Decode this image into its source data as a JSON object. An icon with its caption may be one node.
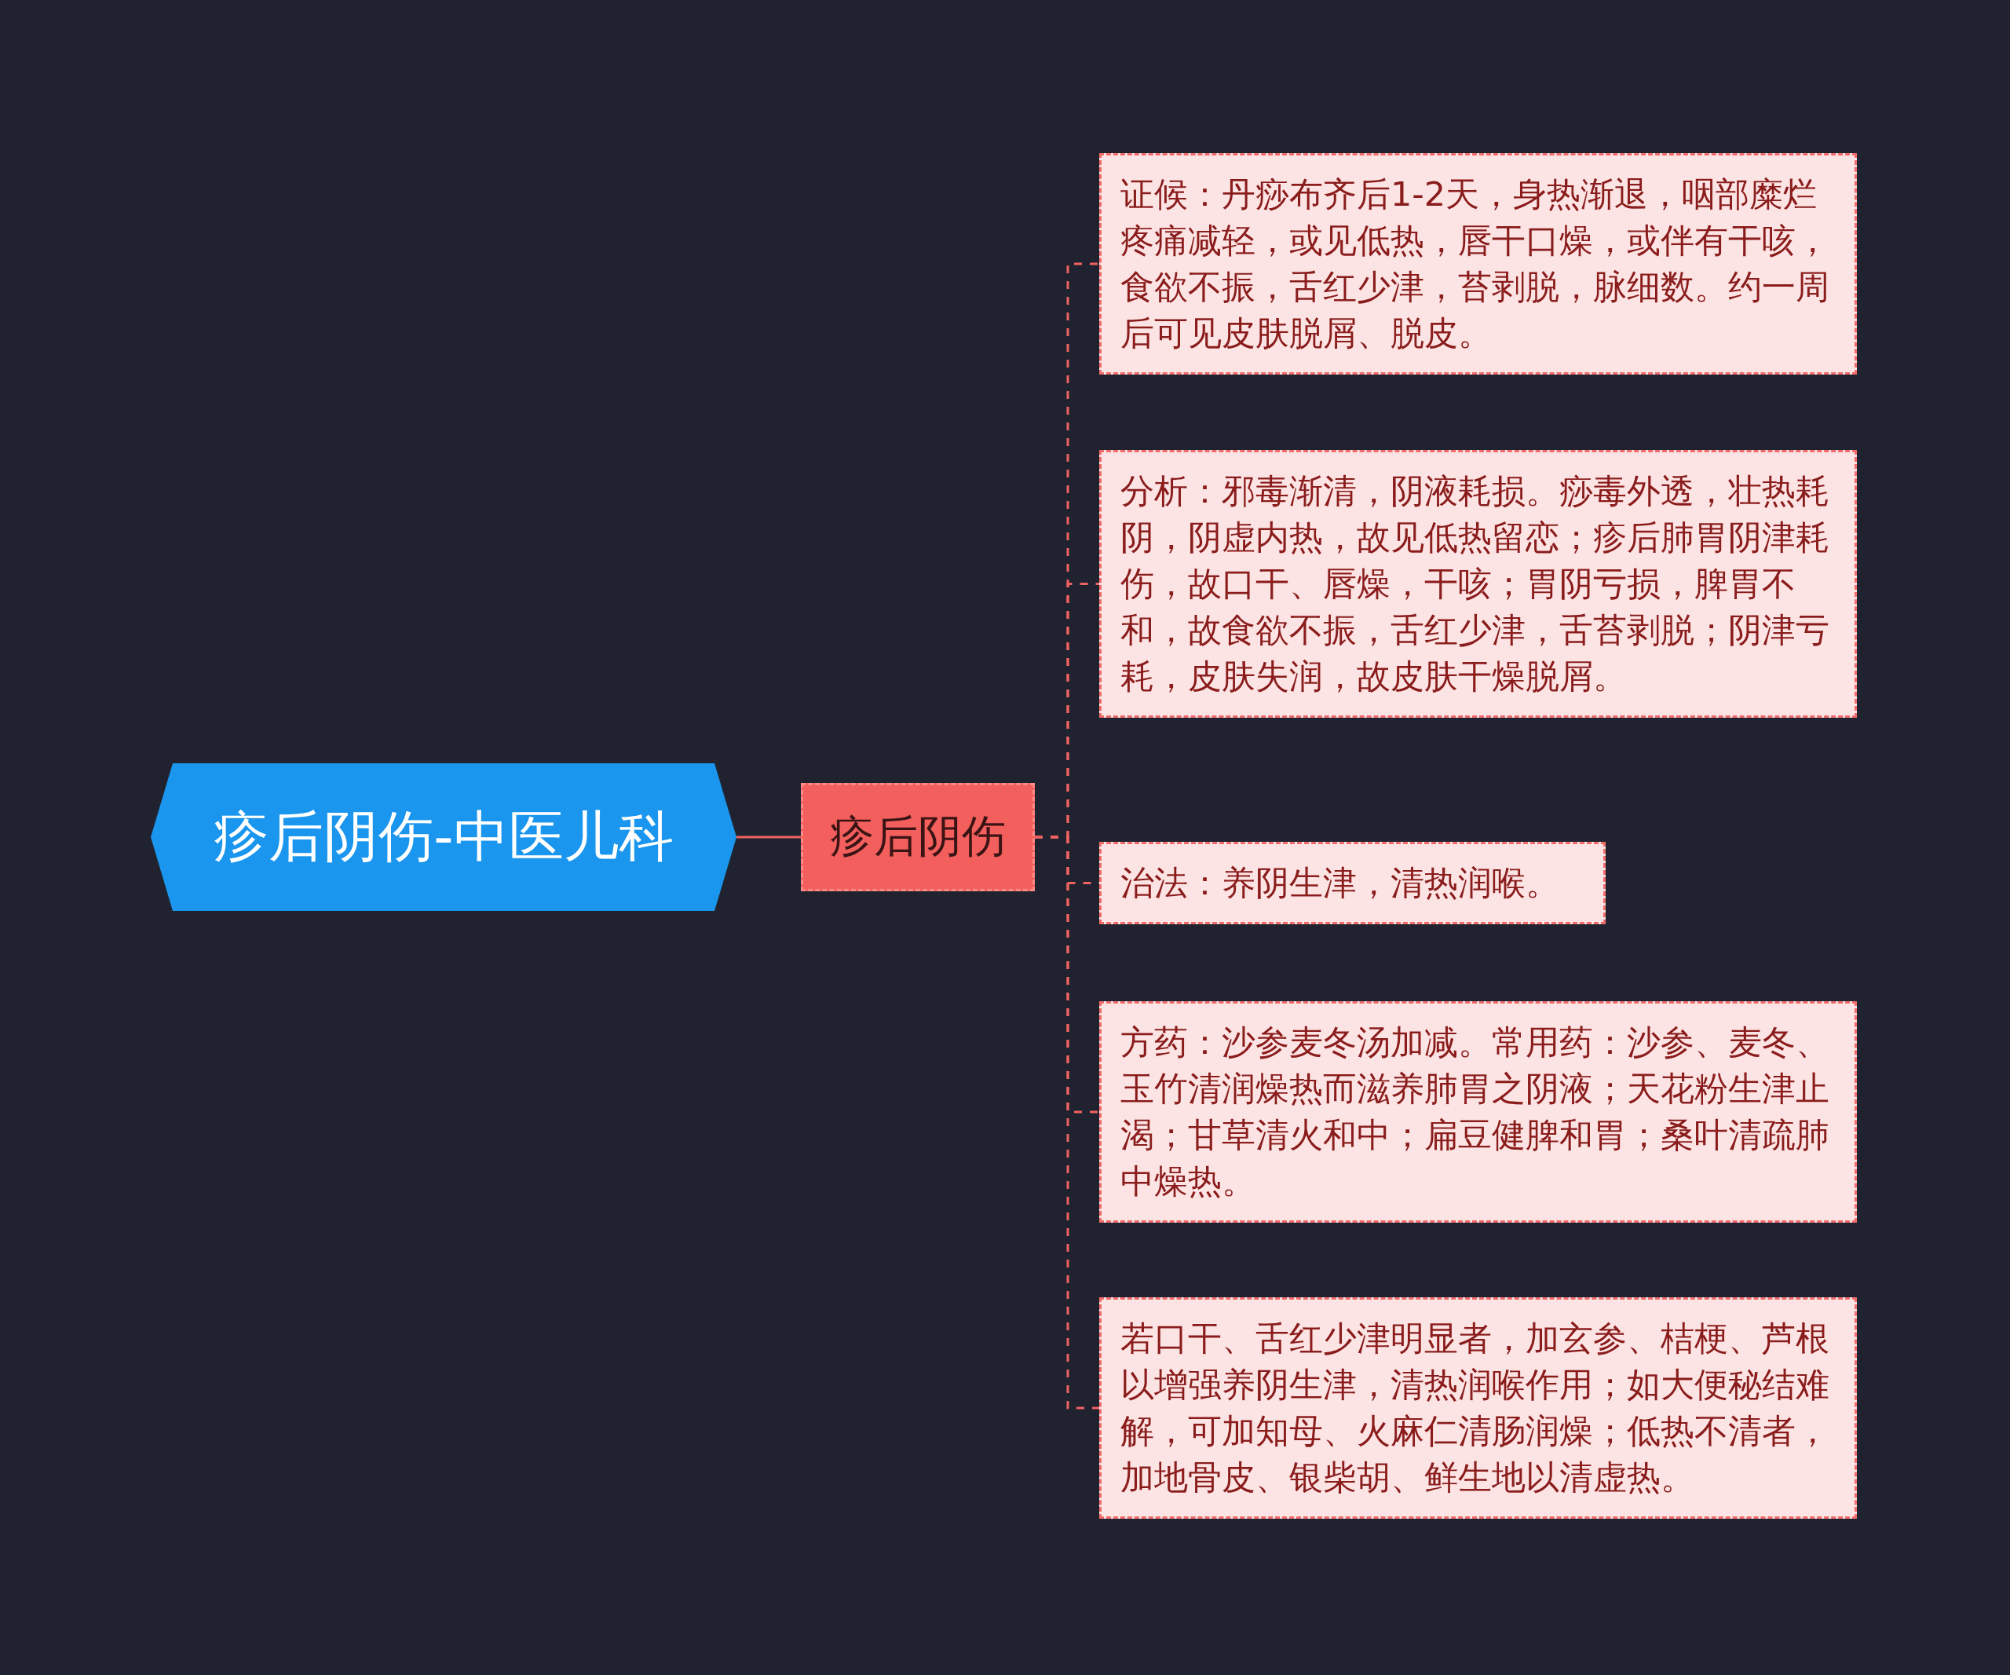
{
  "diagram": {
    "nodes": [
      {
        "text": [
          "疹后阴伤-中医儿科"
        ]
      },
      {
        "text": [
          "疹后阴伤"
        ]
      },
      {
        "text": [
          "证候：丹痧布齐后1-2天，身热渐退，咽部糜烂疼痛减轻，或见低热，唇干口燥，或伴有干咳，食欲不振，舌红少津，苔剥脱，脉细数。约一周后可见皮肤脱屑、脱皮。"
        ]
      },
      {
        "text": [
          "分析：邪毒渐清，阴液耗损。痧毒外透，壮热耗阴，阴虚内热，故见低热留恋；疹后肺胃阴津耗伤，故口干、唇燥，干咳；胃阴亏损，脾胃不和，故食欲不振，舌红少津，舌苔剥脱；阴津亏耗，皮肤失润，故皮肤干燥脱屑。"
        ]
      },
      {
        "text": [
          "治法：养阴生津，清热润喉。"
        ]
      },
      {
        "text": [
          "方药：沙参麦冬汤加减。常用药：沙参、麦冬、玉竹清润燥热而滋养肺胃之阴液；天花粉生津止渴；甘草清火和中；扁豆健脾和胃；桑叶清疏肺中燥热。"
        ]
      },
      {
        "text": [
          "若口干、舌红少津明显者，加玄参、桔梗、芦根以增强养阴生津，清热润喉作用；如大便秘结难解，可加知母、火麻仁清肠润燥；低热不清者，加地骨皮、银柴胡、鲜生地以清虚热。"
        ]
      }
    ],
    "edges": [
      {
        "from": 0,
        "to": 1,
        "arrow": "none"
      },
      {
        "from": 1,
        "to": 2,
        "arrow": "none",
        "style": "dashed"
      },
      {
        "from": 1,
        "to": 3,
        "arrow": "none",
        "style": "dashed"
      },
      {
        "from": 1,
        "to": 4,
        "arrow": "none",
        "style": "dashed"
      },
      {
        "from": 1,
        "to": 5,
        "arrow": "none",
        "style": "dashed"
      },
      {
        "from": 1,
        "to": 6,
        "arrow": "none",
        "style": "dashed"
      }
    ]
  }
}
